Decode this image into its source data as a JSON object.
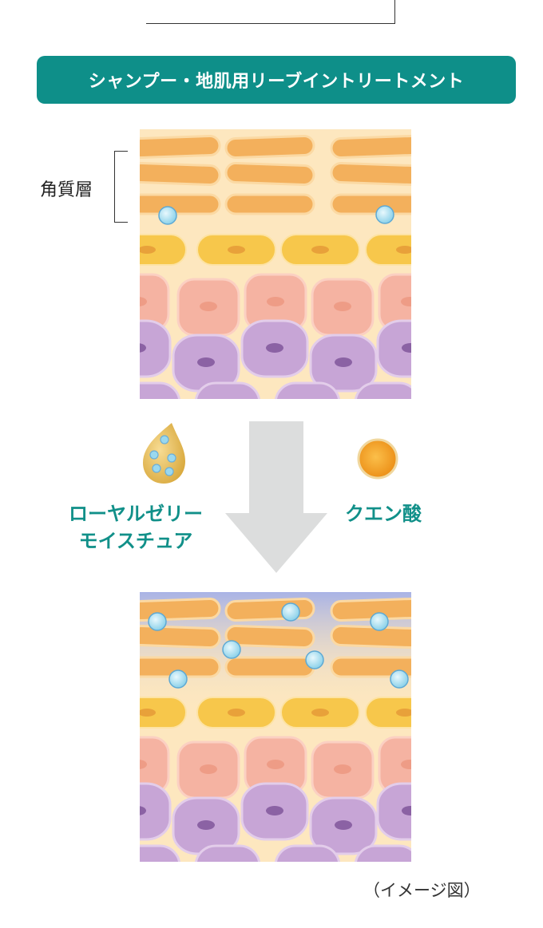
{
  "title": "シャンプー・地肌用リーブイントリートメント",
  "stratum_corneum_label": "角質層",
  "ingredients": [
    {
      "name_line1": "ローヤルゼリー",
      "name_line2": "モイスチュア",
      "icon": "royal-jelly-drop-icon"
    },
    {
      "name_line1": "クエン酸",
      "icon": "citric-acid-orb-icon"
    }
  ],
  "caption": "（イメージ図）",
  "colors": {
    "accent": "#0e8f89",
    "text_teal": "#119089",
    "background_skin": "#fde7bf",
    "corneocyte": "#f3b05c",
    "granular_cell": "#f7c74b",
    "spinous_cell": "#f5b3a2",
    "basal_cell": "#c7a5d6",
    "moisture_bubble": "#8fd3ea",
    "arrow": "#dcdddd",
    "hydration_tint": "#a9b3e6"
  }
}
